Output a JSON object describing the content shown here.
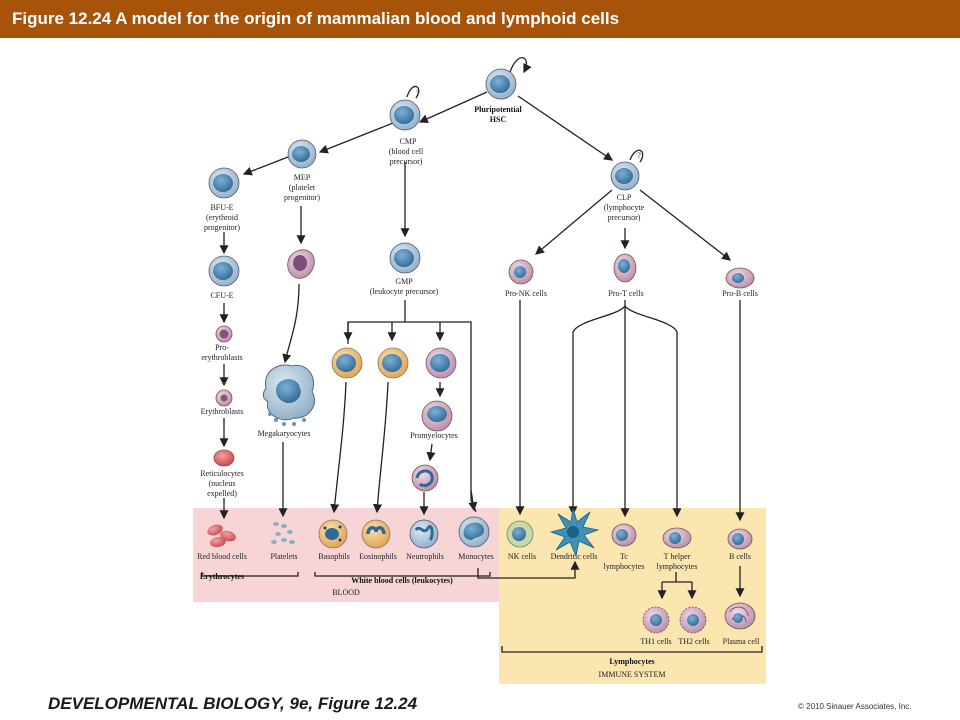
{
  "title": "Figure 12.24  A model for the origin of mammalian blood and lymphoid cells",
  "footer": {
    "book": "DEVELOPMENTAL BIOLOGY, 9e, Figure 12.24",
    "copyright": "© 2010 Sinauer Associates, Inc."
  },
  "diagram": {
    "hsc": [
      "Pluripotential",
      "HSC"
    ],
    "cmp": [
      "CMP",
      "(blood cell",
      "precursor)"
    ],
    "mep": [
      "MEP",
      "(platelet",
      "progenitor)"
    ],
    "bfue": [
      "BFU-E",
      "(erythroid",
      "progenitor)"
    ],
    "cfue": "CFU-E",
    "proerythroblasts": [
      "Pro-",
      "erythroblasts"
    ],
    "erythroblasts": "Erythroblasts",
    "reticulocytes": [
      "Reticulocytes",
      "(nucleus",
      "expelled)"
    ],
    "megakaryocytes": "Megakaryocytes",
    "gmp": [
      "GMP",
      "(leukocyte precursor)"
    ],
    "promyelocytes": "Promyelocytes",
    "clp": [
      "CLP",
      "(lymphocyte",
      "precursor)"
    ],
    "pro_nk": "Pro-NK cells",
    "pro_t": "Pro-T cells",
    "pro_b": "Pro-B cells",
    "question": "?",
    "red_blood_cells": "Red blood cells",
    "erythrocytes": "Erythrocytes",
    "platelets": "Platelets",
    "basophils": "Basophils",
    "eosinophils": "Eosinophils",
    "neutrophils": "Neutrophils",
    "monocytes": "Monocytes",
    "white_blood_cells": "White blood cells (leukocytes)",
    "blood": "BLOOD",
    "nk_cells": "NK cells",
    "dendritic_cells": "Dendritic cells",
    "tc": [
      "Tc",
      "lymphocytes"
    ],
    "t_helper": [
      "T helper",
      "lymphocytes"
    ],
    "b_cells": "B cells",
    "th1": "TH1 cells",
    "th2": "TH2 cells",
    "plasma_cell": "Plasma cell",
    "lymphocytes": "Lymphocytes",
    "immune_system": "IMMUNE SYSTEM"
  },
  "colors": {
    "title_bar": "#a8530a",
    "blood_zone": "#f7d5d7",
    "immune_zone": "#fbe6b0",
    "cell_body": "#a9c4d8",
    "nucleus": "#3f7fae",
    "arrow": "#222222"
  }
}
